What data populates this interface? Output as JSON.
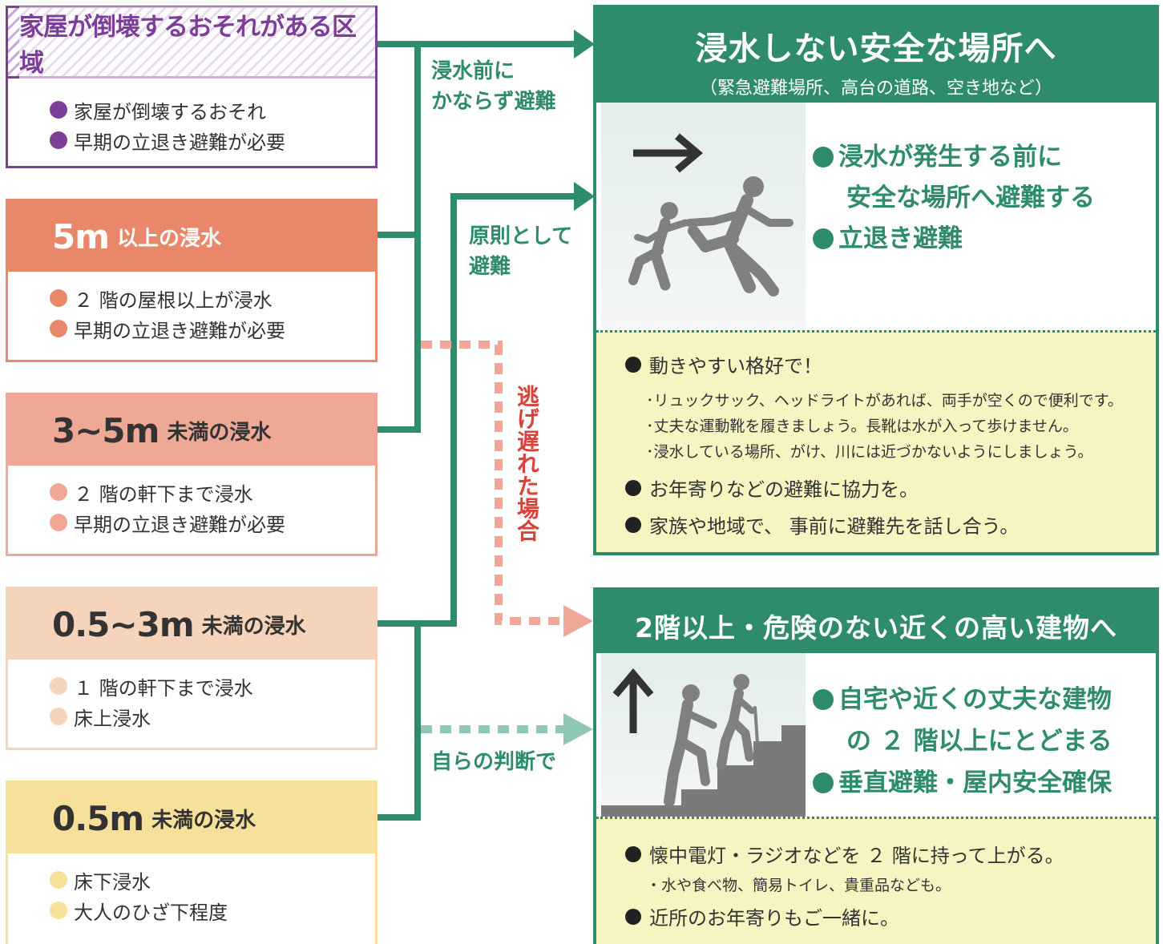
{
  "colors": {
    "green": "#2e8b6c",
    "purple": "#7b3f98",
    "c5m": "#e8876a",
    "c35": "#f0a896",
    "c053": "#f6d4bc",
    "c05": "#f7e09a",
    "note_bg": "#f7f4c2",
    "red": "#d9423a"
  },
  "categories": [
    {
      "title": "家屋が倒壊するおそれがある区域",
      "items": [
        "家屋が倒壊するおそれ",
        "早期の立退き避難が必要"
      ]
    },
    {
      "big": "5m",
      "small": "以上の浸水",
      "items": [
        "２ 階の屋根以上が浸水",
        "早期の立退き避難が必要"
      ]
    },
    {
      "big": "3~5m",
      "small": "未満の浸水",
      "items": [
        "２ 階の軒下まで浸水",
        "早期の立退き避難が必要"
      ]
    },
    {
      "big": "0.5~3m",
      "small": "未満の浸水",
      "items": [
        "１ 階の軒下まで浸水",
        "床上浸水"
      ]
    },
    {
      "big": "0.5m",
      "small": "未満の浸水",
      "items": [
        "床下浸水",
        "大人のひざ下程度"
      ]
    }
  ],
  "labels": {
    "before": [
      "浸水前に",
      "かならず避難"
    ],
    "principle": [
      "原則として",
      "避難"
    ],
    "late": "逃げ遅れた場合",
    "own": "自らの判断で"
  },
  "panel1": {
    "title": "浸水しない安全な場所へ",
    "subtitle": "（緊急避難場所、高台の道路、空き地など）",
    "points": [
      "浸水が発生する前に",
      "安全な場所へ避難する",
      "立退き避難"
    ],
    "notes": [
      {
        "text": "動きやすい格好で！",
        "subs": [
          "･リュックサック、ヘッドライトがあれば、両手が空くので便利です。",
          "･丈夫な運動靴を履きましょう。長靴は水が入って歩けません。",
          "･浸水している場所、がけ、川には近づかないようにしましょう。"
        ]
      },
      {
        "text": "お年寄りなどの避難に協力を。"
      },
      {
        "text": "家族や地域で、 事前に避難先を話し合う。"
      }
    ]
  },
  "panel2": {
    "title": "2階以上・危険のない近くの高い建物へ",
    "points": [
      "自宅や近くの丈夫な建物",
      "の ２ 階以上にとどまる",
      "垂直避難・屋内安全確保"
    ],
    "notes": [
      {
        "text": "懐中電灯・ラジオなどを ２ 階に持って上がる。",
        "subs": [
          "・水や食べ物、簡易トイレ、貴重品なども。"
        ]
      },
      {
        "text": "近所のお年寄りもご一緒に。"
      }
    ]
  },
  "icons": [
    "right-arrow-icon",
    "running-people-icon",
    "up-arrow-icon",
    "stairs-climbing-people-icon"
  ]
}
